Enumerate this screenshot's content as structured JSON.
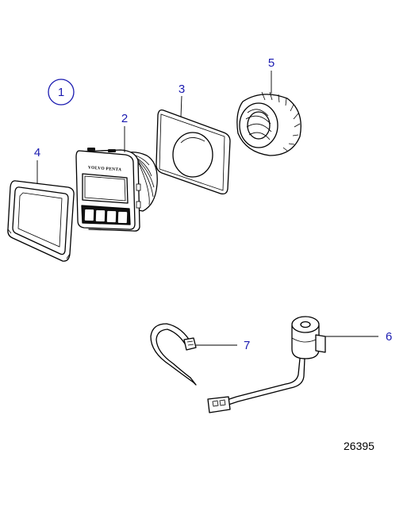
{
  "diagram": {
    "group_marker": "1",
    "figure_number": "26395",
    "callouts": [
      {
        "id": "item-2",
        "label": "2"
      },
      {
        "id": "item-3",
        "label": "3"
      },
      {
        "id": "item-4",
        "label": "4"
      },
      {
        "id": "item-5",
        "label": "5"
      },
      {
        "id": "item-6",
        "label": "6"
      },
      {
        "id": "item-7",
        "label": "7"
      }
    ],
    "parts": {
      "display_brand": "VOLVO PENTA"
    }
  },
  "colors": {
    "callout_text": "#1a1ab0",
    "line": "#000000",
    "background": "#ffffff"
  }
}
